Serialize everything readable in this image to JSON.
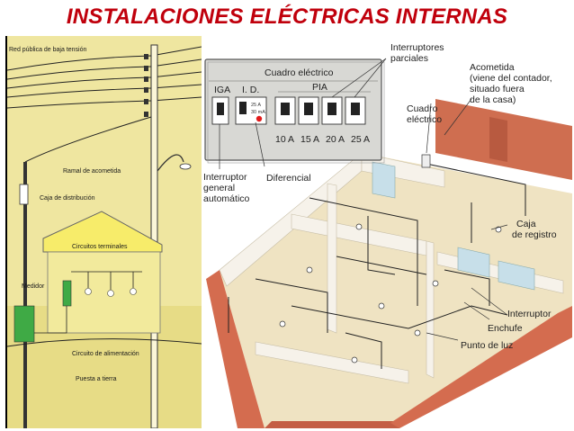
{
  "title": "INSTALACIONES ELÉCTRICAS INTERNAS",
  "colors": {
    "title": "#c0000c",
    "left_bg": "#f3e98a",
    "house_wall": "#d46c4f",
    "house_floor": "#efe3c2",
    "panel_box": "#d8d8d4"
  },
  "left_diagram": {
    "labels": {
      "red_publica": "Red pública de baja tensión",
      "ramal": "Ramal de acometida",
      "caja_distribucion": "Caja de distribución",
      "circuitos_terminales": "Circuitos terminales",
      "medidor": "Medidor",
      "circuito_alimentacion": "Circuito de alimentación",
      "puesta_tierra": "Puesta a tierra"
    }
  },
  "right_diagram": {
    "panel": {
      "title": "Cuadro eléctrico",
      "iga": "IGA",
      "id": "I. D.",
      "pia": "PIA",
      "id_rating_1": "25 A",
      "id_rating_2": "30 mA",
      "ratings": [
        "10 A",
        "15 A",
        "20 A",
        "25 A"
      ]
    },
    "labels": {
      "interruptores_parciales_1": "Interruptores",
      "interruptores_parciales_2": "parciales",
      "acometida_1": "Acometida",
      "acometida_2": "(viene del contador,",
      "acometida_3": "situado fuera",
      "acometida_4": "de la casa)",
      "cuadro_1": "Cuadro",
      "cuadro_2": "eléctrico",
      "interruptor_general_1": "Interruptor",
      "interruptor_general_2": "general",
      "interruptor_general_3": "automático",
      "diferencial": "Diferencial",
      "caja_registro_1": "Caja",
      "caja_registro_2": "de registro",
      "interruptor": "Interruptor",
      "enchufe": "Enchufe",
      "punto_luz": "Punto de luz"
    }
  }
}
